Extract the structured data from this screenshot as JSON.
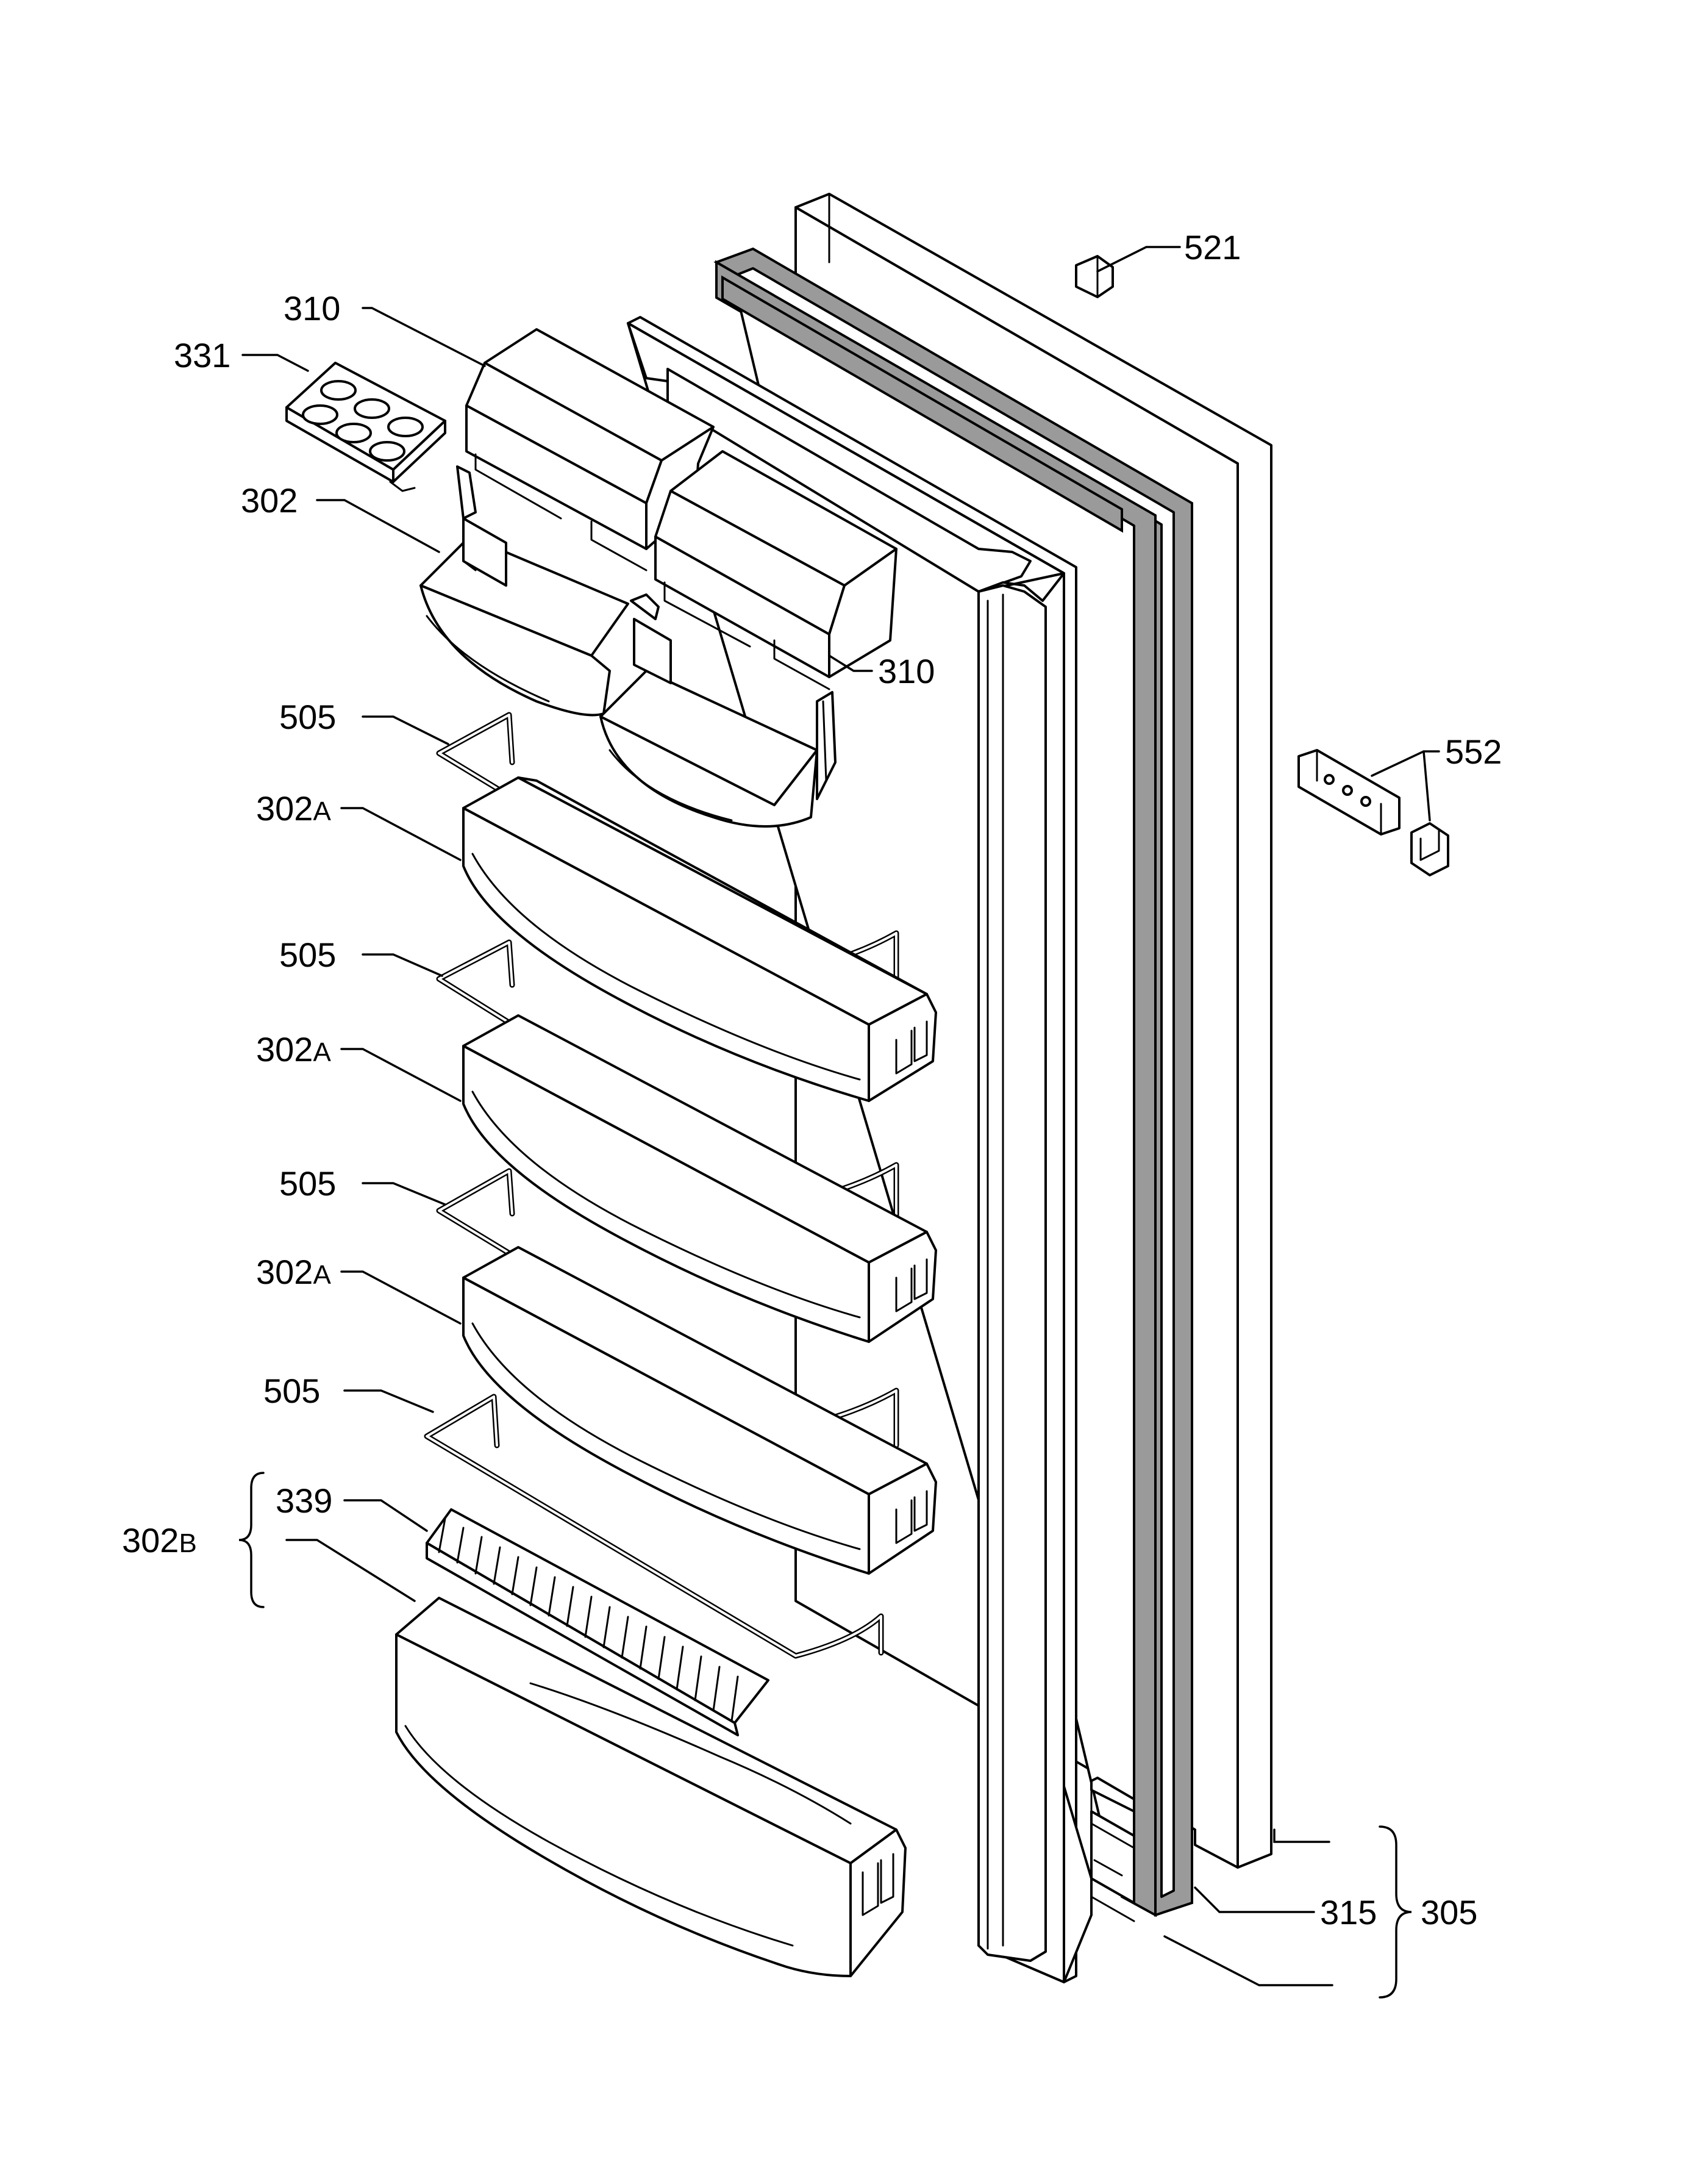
{
  "labels": {
    "l521": "521",
    "l310a": "310",
    "l331": "331",
    "l302": "302",
    "l310b": "310",
    "l505a": "505",
    "l302A1": "302",
    "l302A1s": "A",
    "l505b": "505",
    "l302A2": "302",
    "l302A2s": "A",
    "l505c": "505",
    "l302A3": "302",
    "l302A3s": "A",
    "l505d": "505",
    "l339": "339",
    "l302B": "302",
    "l302Bs": "B",
    "l552": "552",
    "l315": "315",
    "l305": "305"
  },
  "colors": {
    "line": "#000000",
    "gasket": "#9a9a9a",
    "background": "#ffffff"
  }
}
